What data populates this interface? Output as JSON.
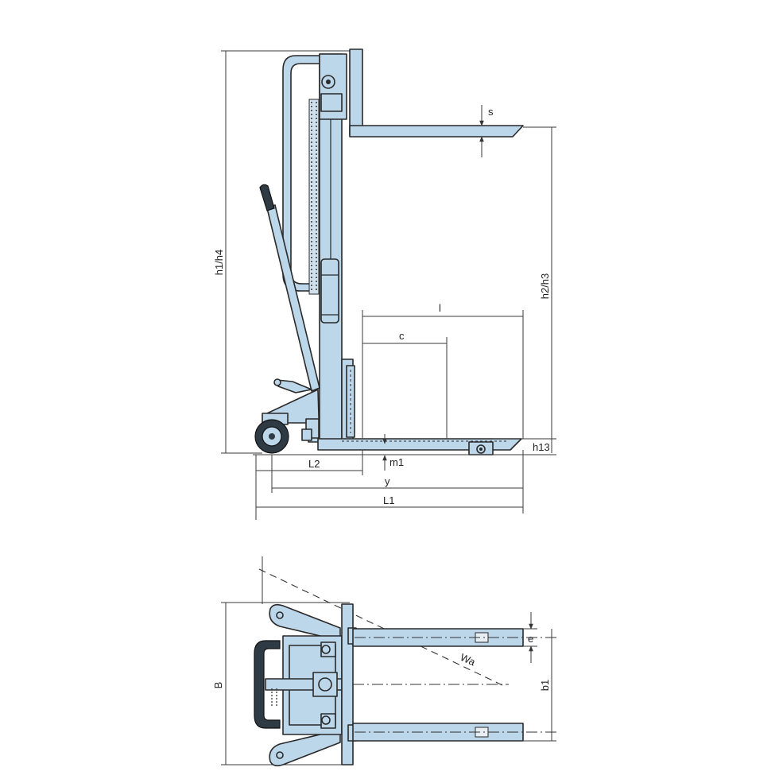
{
  "labels": {
    "s": "s",
    "h1_h4": "h1/h4",
    "h2_h3": "h2/h3",
    "l": "l",
    "c": "c",
    "h13": "h13",
    "m1": "m1",
    "l2": "L2",
    "y": "y",
    "l1": "L1",
    "wa": "Wa",
    "b": "B",
    "e": "e",
    "b1": "b1"
  },
  "colors": {
    "body_fill": "#bcd6ea",
    "outline": "#2a2a2a",
    "wheel": "#2f3b44"
  }
}
